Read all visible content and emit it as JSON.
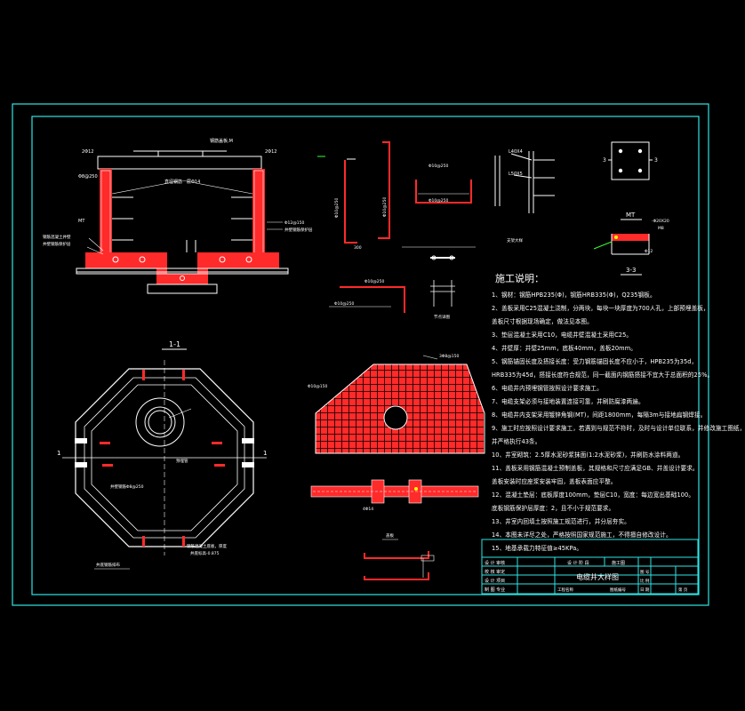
{
  "drawing": {
    "title": "电缆井大样图",
    "colors": {
      "frame": "#2ee6e6",
      "wall": "#ff2a2a",
      "line": "#ffffff",
      "yellow": "#ffff00",
      "green": "#33ff33"
    }
  },
  "views": {
    "section_view": {
      "dim_left": "2Φ12",
      "dim_right": "2Φ12",
      "lid_label": "钢筋盖板,M",
      "rebar_label": "直径钢筋一层Φ14",
      "bottom_left": "Φ8@250",
      "label_mt": "MT",
      "left_note1": "钢筋混凝土井壁",
      "left_note2": "井壁钢筋保护层",
      "right_note1": "Φ12@150",
      "right_note2": "井壁钢筋保护层"
    },
    "plan_view": {
      "title": "1-1",
      "cut_left": "1",
      "cut_right": "1",
      "label_inner": "井壁钢筋Φ8@250",
      "label_pipe": "预埋管",
      "label_bottom": "钢筋混凝土底板，厚度",
      "label_bottom2": "井底标高-0.875",
      "label_left_bottom": "井底钢筋排布"
    },
    "rebar_details": {
      "bar1": "Φ10@250",
      "bar2": "Φ10@250",
      "bar3": "Φ10@250",
      "bar4": "Φ10@250",
      "bar5": "Φ10@250",
      "bar6": "Φ10@250",
      "dim_300": "300",
      "detail_label": "节点详图"
    },
    "angle_detail": {
      "l1": "L40X4",
      "l2": "L50X5",
      "label": "支架大样"
    },
    "plate_detail": {
      "label_left": "3",
      "label_right": "3"
    },
    "mt_detail": {
      "title": "MT",
      "dim": "-Φ20X20",
      "sub": "M8",
      "cut_title": "3-3",
      "dim2": "Φ12"
    },
    "slab_detail": {
      "label_top": "3Φ8@150",
      "label_left": "Φ10@150",
      "label_bottom": "4Φ14"
    },
    "small_detail": {
      "label": "盖板"
    }
  },
  "notes": {
    "title": "施工说明：",
    "items": [
      "1、钢材：钢筋HPB235(Φ)，钢筋HRB335(Φ)，Q235钢板。",
      "2、盖板采用C25混凝土浇制，分两块，每块一块厚度为700人孔，上部预埋盖板，",
      "   盖板尺寸根据现场确定，做法见本图。",
      "3、垫层混凝土采用C10，电缆井壁混凝土采用C25。",
      "4、井壁厚：井壁25mm，底板40mm，盖板20mm。",
      "5、钢筋锚固长度及搭接长度：受力钢筋锚固长度不应小于，HPB235为35d，",
      "   HRB335为45d，搭接长度符合规范，同一截面内钢筋搭接不宜大于总面积的25%。",
      "6、电缆井内预埋钢管按照设计要求施工。",
      "7、电缆支架必须与接地装置连接可靠，并刷防腐漆两遍。",
      "8、电缆井内支架采用镀锌角钢(MT)，间距1800mm，每隔3m与接地扁钢焊接。",
      "9、施工时应按照设计要求施工，若遇到与规范不符时，及时与设计单位联系，并修改施工图纸，",
      "   并严格执行43条。",
      "10、井室砌筑：2.5厚水泥砂浆抹面(1:2水泥砂浆)，并刷防水涂料两道。",
      "11、盖板采用钢筋混凝土预制盖板，其规格和尺寸应满足GB、井盖设计要求。",
      "   盖板安装时应座浆安装牢固，盖板表面应平整。",
      "12、混凝土垫层：底板厚度100mm，垫层C10，宽度：每边宽出基础100。",
      "   底板钢筋保护层厚度：2，且不小于规范要求。",
      "13、井室内回填土按照施工规范进行，并分层夯实。",
      "14、本图未详尽之处，严格按照国家规范施工，不得擅自修改设计。",
      "15、地基承载力特征值≥45KPa。"
    ]
  },
  "title_block": {
    "left_rows": [
      "设 计 审核",
      "校 核 审定",
      "设 计 项目",
      "制 图 专业"
    ],
    "header_cells": [
      "设 计 阶 段",
      "施工图"
    ],
    "drawing_name": "电缆井大样图",
    "right_rows": [
      "图 号",
      "比 例",
      "日 期"
    ],
    "bottom_left": "工程名称",
    "bottom_mid": "图纸编号",
    "sheet": "第 页"
  }
}
